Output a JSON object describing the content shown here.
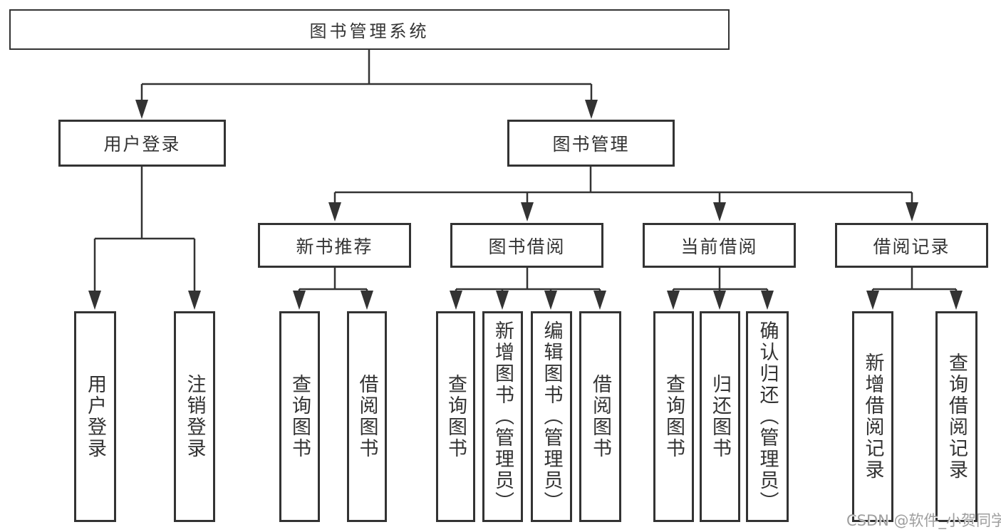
{
  "diagram": {
    "root": {
      "label": "图书管理系统"
    },
    "branches": {
      "user_login": {
        "label": "用户登录",
        "children": {
          "login": "用户登录",
          "logout": "注销登录"
        }
      },
      "book_mgmt": {
        "label": "图书管理",
        "children": {
          "new_books": {
            "label": "新书推荐",
            "children": {
              "query_books": "查询图书",
              "borrow_books": "借阅图书"
            }
          },
          "book_borrow": {
            "label": "图书借阅",
            "children": {
              "query_books": "查询图书",
              "add_books": "新增图书（管理员）",
              "edit_books": "编辑图书（管理员）",
              "borrow_books": "借阅图书"
            }
          },
          "current_borrow": {
            "label": "当前借阅",
            "children": {
              "query_books": "查询图书",
              "return_books": "归还图书",
              "confirm_return": "确认归还（管理员）"
            }
          },
          "borrow_records": {
            "label": "借阅记录",
            "children": {
              "add_record": "新增借阅记录",
              "query_record": "查询借阅记录"
            }
          }
        }
      }
    }
  },
  "watermark": {
    "text": "CSDN @软件_小贺同学"
  },
  "colors": {
    "line": "#333333",
    "text": "#333333",
    "watermark": "#9e9e9e",
    "background": "#ffffff"
  }
}
